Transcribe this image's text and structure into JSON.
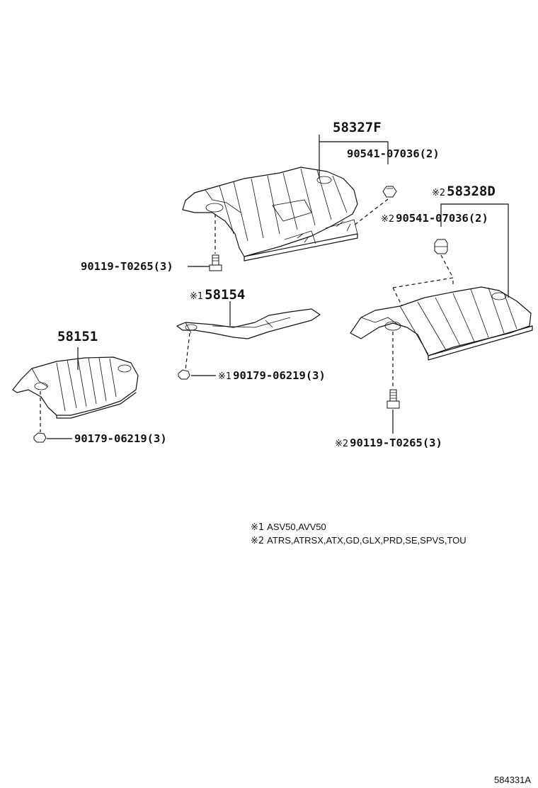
{
  "parts": {
    "p58327F": {
      "number": "58327F"
    },
    "p90541_a": {
      "number": "90541-07036(2)"
    },
    "p58328D": {
      "mark": "※2",
      "number": "58328D"
    },
    "p90541_b": {
      "mark": "※2",
      "number": "90541-07036(2)"
    },
    "p90119_a": {
      "number": "90119-T0265(3)"
    },
    "p58154": {
      "mark": "※1",
      "number": "58154"
    },
    "p58151": {
      "number": "58151"
    },
    "p90179_a": {
      "mark": "※1",
      "number": "90179-06219(3)"
    },
    "p90179_b": {
      "number": "90179-06219(3)"
    },
    "p90119_b": {
      "mark": "※2",
      "number": "90119-T0265(3)"
    }
  },
  "notes": [
    {
      "mark": "※1",
      "text": "ASV50,AVV50"
    },
    {
      "mark": "※2",
      "text": "ATRS,ATRSX,ATX,GD,GLX,PRD,SE,SPVS,TOU"
    }
  ],
  "diagram_code": "584331A"
}
